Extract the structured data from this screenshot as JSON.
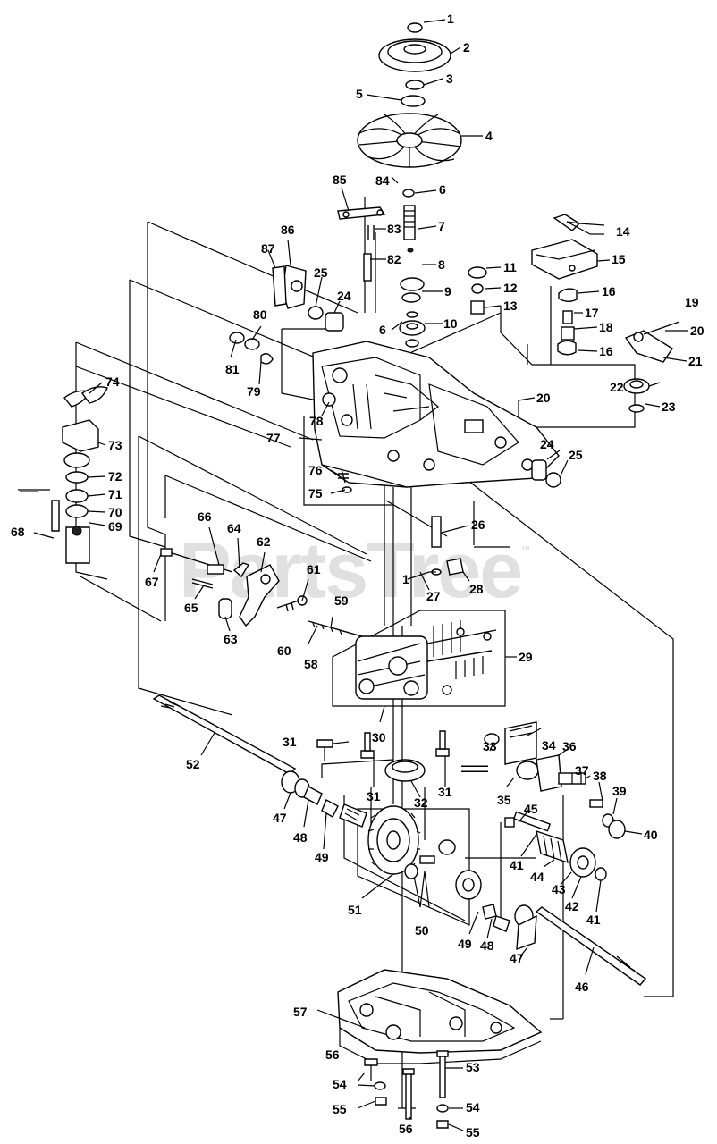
{
  "watermark": {
    "brand": "PartsTree",
    "trademark": "™"
  },
  "callouts": {
    "c1a": "1",
    "c1b": "1",
    "c2": "2",
    "c3": "3",
    "c4": "4",
    "c5": "5",
    "c6a": "6",
    "c6b": "6",
    "c7": "7",
    "c8": "8",
    "c9": "9",
    "c10": "10",
    "c11": "11",
    "c12": "12",
    "c13": "13",
    "c14": "14",
    "c15": "15",
    "c16a": "16",
    "c16b": "16",
    "c17": "17",
    "c18": "18",
    "c19": "19",
    "c20a": "20",
    "c20b": "20",
    "c21": "21",
    "c22": "22",
    "c23": "23",
    "c24a": "24",
    "c24b": "24",
    "c25a": "25",
    "c25b": "25",
    "c26": "26",
    "c27": "27",
    "c28": "28",
    "c29": "29",
    "c30": "30",
    "c31a": "31",
    "c31b": "31",
    "c31c": "31",
    "c32": "32",
    "c33": "33",
    "c34": "34",
    "c35": "35",
    "c36": "36",
    "c37": "37",
    "c38": "38",
    "c39": "39",
    "c40": "40",
    "c41a": "41",
    "c41b": "41",
    "c42": "42",
    "c43": "43",
    "c44": "44",
    "c45": "45",
    "c46": "46",
    "c47a": "47",
    "c47b": "47",
    "c48a": "48",
    "c48b": "48",
    "c49a": "49",
    "c49b": "49",
    "c50": "50",
    "c51": "51",
    "c52": "52",
    "c53": "53",
    "c54a": "54",
    "c54b": "54",
    "c55a": "55",
    "c55b": "55",
    "c56a": "56",
    "c56b": "56",
    "c57": "57",
    "c58": "58",
    "c59": "59",
    "c60": "60",
    "c61": "61",
    "c62": "62",
    "c63": "63",
    "c64": "64",
    "c65": "65",
    "c66": "66",
    "c67": "67",
    "c68": "68",
    "c69": "69",
    "c70": "70",
    "c71": "71",
    "c72": "72",
    "c73": "73",
    "c74": "74",
    "c75": "75",
    "c76": "76",
    "c77": "77",
    "c78": "78",
    "c79": "79",
    "c80": "80",
    "c81": "81",
    "c82": "82",
    "c83": "83",
    "c84": "84",
    "c85": "85",
    "c86": "86",
    "c87": "87"
  }
}
